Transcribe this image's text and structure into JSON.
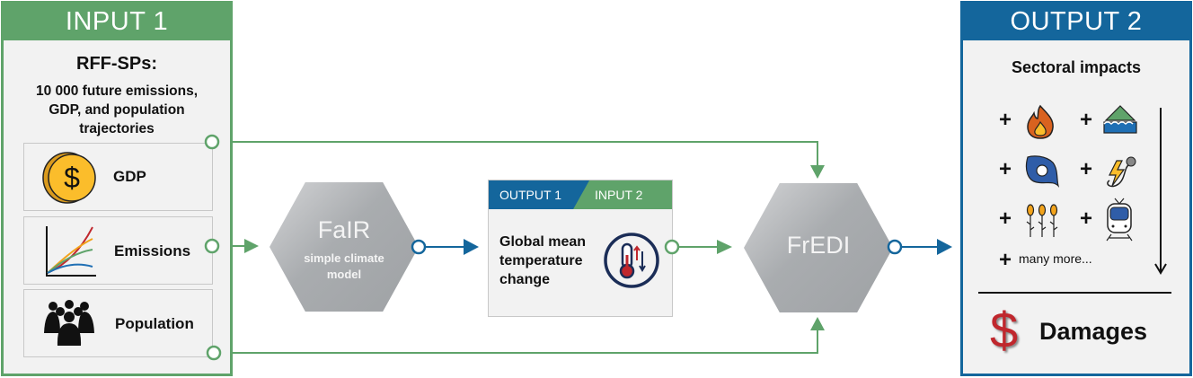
{
  "input1": {
    "header": "INPUT 1",
    "title": "RFF-SPs:",
    "description": "10 000 future emissions, GDP, and population trajectories",
    "items": [
      {
        "label": "GDP",
        "icon": "coin-dollar-icon"
      },
      {
        "label": "Emissions",
        "icon": "line-chart-icon"
      },
      {
        "label": "Population",
        "icon": "people-group-icon"
      }
    ]
  },
  "fair": {
    "title": "FaIR",
    "subtitle": "simple climate model"
  },
  "temperature": {
    "header_left": "OUTPUT 1",
    "header_right": "INPUT 2",
    "label": "Global mean temperature change",
    "icon": "thermometer-icon"
  },
  "fredi": {
    "title": "FrEDI"
  },
  "output2": {
    "header": "OUTPUT 2",
    "title": "Sectoral impacts",
    "plus": "+",
    "sectors": [
      "fire-icon",
      "flooded-house-icon",
      "hurricane-icon",
      "energy-plug-icon",
      "crops-icon",
      "train-icon"
    ],
    "more": "many more...",
    "result": "Damages",
    "dollar": "$"
  },
  "colors": {
    "green": "#5fa36a",
    "blue": "#14669c",
    "red": "#c0272d"
  }
}
